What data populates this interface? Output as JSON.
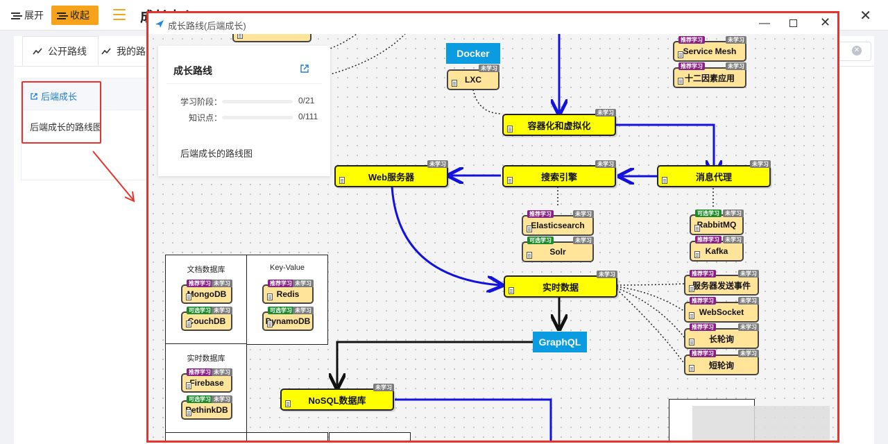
{
  "app": {
    "expand_label": "展开",
    "collapse_label": "收起",
    "page_title": "成长中心",
    "accent_color": "#f7a21b"
  },
  "tabs": [
    {
      "label": "公开路线"
    },
    {
      "label": "我的路"
    }
  ],
  "route_card": {
    "link_label": "后端成长",
    "description": "后端成长的路线图"
  },
  "modal": {
    "title": "成长路线(后端成长)",
    "frame_color": "#e8322b"
  },
  "info": {
    "title": "成长路线",
    "stage_label": "学习阶段：",
    "stage_value": "0/21",
    "stage_progress": 0,
    "point_label": "知识点：",
    "point_value": "0/111",
    "point_progress": 0,
    "description": "后端成长的路线图"
  },
  "tags": {
    "pending": "未学习",
    "recommended": "推荐学习",
    "optional": "可选学习"
  },
  "nodes": {
    "docker": "Docker",
    "lxc": "LXC",
    "container": "容器化和虚拟化",
    "service_mesh": "Service Mesh",
    "twelve_factor": "十二因素应用",
    "web_server": "Web服务器",
    "search_engine": "搜索引擎",
    "message_broker": "消息代理",
    "elasticsearch": "Elasticsearch",
    "solr": "Solr",
    "rabbitmq": "RabbitMQ",
    "kafka": "Kafka",
    "realtime": "实时数据",
    "sse": "服务器发送事件",
    "websocket": "WebSocket",
    "long_polling": "长轮询",
    "short_polling": "短轮询",
    "graphql": "GraphQL",
    "nosql": "NoSQL数据库"
  },
  "groups": {
    "document_db": {
      "title": "文档数据库",
      "items": [
        "MongoDB",
        "CouchDB"
      ]
    },
    "key_value": {
      "title": "Key-Value",
      "items": [
        "Redis",
        "DynamoDB"
      ]
    },
    "realtime_db": {
      "title": "实时数据库",
      "items": [
        "Firebase",
        "RethinkDB"
      ]
    }
  }
}
